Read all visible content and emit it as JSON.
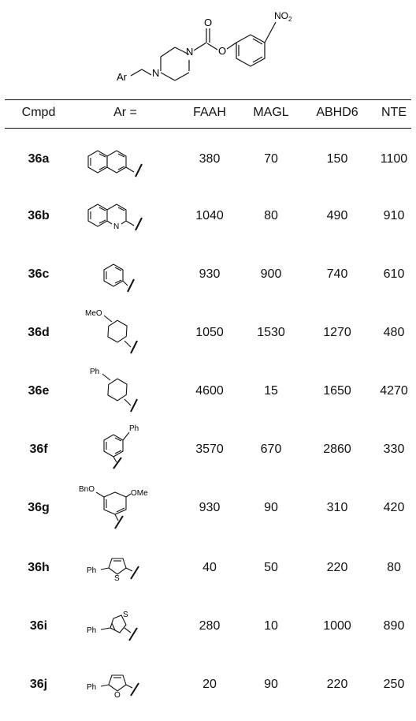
{
  "scheme": {
    "ar_label": "Ar",
    "n1_label": "N",
    "n2_label": "N",
    "carbonyl_o_label": "O",
    "ester_o_label": "O",
    "no2_label": "NO",
    "no2_sub": "2"
  },
  "table": {
    "headers": [
      "Cmpd",
      "Ar =",
      "FAAH",
      "MAGL",
      "ABHD6",
      "NTE"
    ],
    "rows": [
      {
        "cmpd": "36a",
        "faah": "380",
        "magl": "70",
        "abhd6": "150",
        "nte": "1100"
      },
      {
        "cmpd": "36b",
        "faah": "1040",
        "magl": "80",
        "abhd6": "490",
        "nte": "910"
      },
      {
        "cmpd": "36c",
        "faah": "930",
        "magl": "900",
        "abhd6": "740",
        "nte": "610"
      },
      {
        "cmpd": "36d",
        "faah": "1050",
        "magl": "1530",
        "abhd6": "1270",
        "nte": "480"
      },
      {
        "cmpd": "36e",
        "faah": "4600",
        "magl": "15",
        "abhd6": "1650",
        "nte": "4270"
      },
      {
        "cmpd": "36f",
        "faah": "3570",
        "magl": "670",
        "abhd6": "2860",
        "nte": "330"
      },
      {
        "cmpd": "36g",
        "faah": "930",
        "magl": "90",
        "abhd6": "310",
        "nte": "420"
      },
      {
        "cmpd": "36h",
        "faah": "40",
        "magl": "50",
        "abhd6": "220",
        "nte": "80"
      },
      {
        "cmpd": "36i",
        "faah": "280",
        "magl": "10",
        "abhd6": "1000",
        "nte": "890"
      },
      {
        "cmpd": "36j",
        "faah": "20",
        "magl": "90",
        "abhd6": "220",
        "nte": "250"
      }
    ]
  },
  "structures": {
    "b_n": "N",
    "d_sub": "MeO",
    "e_sub": "Ph",
    "f_sub": "Ph",
    "g_sub1": "BnO",
    "g_sub2": "OMe",
    "h_ph": "Ph",
    "h_s": "S",
    "i_ph": "Ph",
    "i_s": "S",
    "j_ph": "Ph",
    "j_o": "O"
  }
}
